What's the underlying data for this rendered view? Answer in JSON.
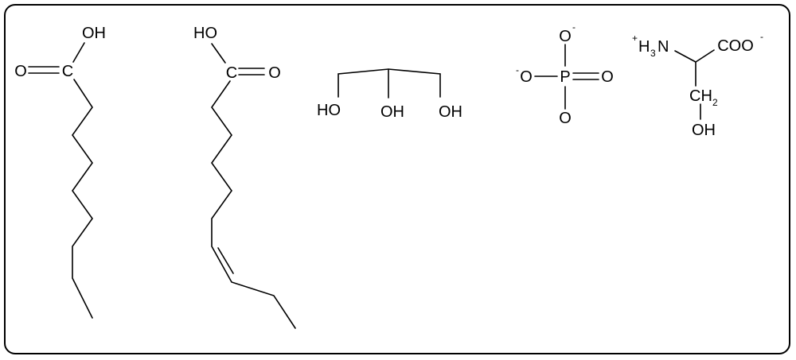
{
  "molecules": {
    "heptanoic_acid": {
      "carbon": "C",
      "oxygen": "O",
      "hydroxyl": "OH"
    },
    "octenoic_acid": {
      "carbon": "C",
      "oxygen": "O",
      "hydroxyl": "HO"
    },
    "glycerol": {
      "left_oh": "HO",
      "middle_oh": "OH",
      "right_oh": "OH"
    },
    "phosphate": {
      "top_o": "O",
      "top_charge": "-",
      "left_charge": "-",
      "left_o": "O",
      "phosphorus": "P",
      "right_o": "O",
      "bottom_o": "O"
    },
    "serine": {
      "plus": "+",
      "h": "H",
      "h_sub": "3",
      "n": "N",
      "carboxylate": "COO",
      "carboxylate_charge": "-",
      "ch": "CH",
      "ch_sub": "2",
      "hydroxyl": "OH"
    }
  }
}
